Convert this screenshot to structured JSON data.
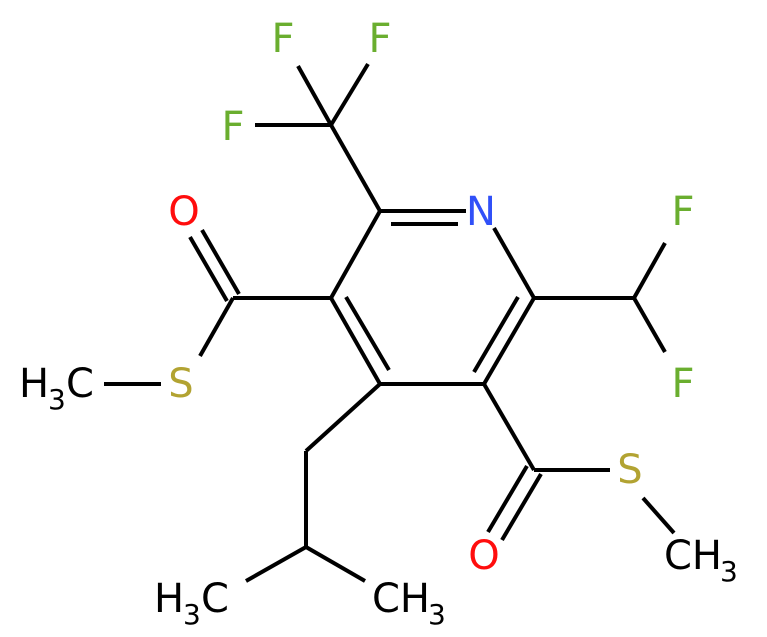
{
  "colors": {
    "bond": "#000000",
    "carbon_group": "#000000",
    "nitrogen": "#3050F8",
    "oxygen": "#FF0D0D",
    "sulfur": "#B2A332",
    "fluorine": "#6AAE2F"
  },
  "labels": {
    "n_ring": "N",
    "o_top": "O",
    "o_bottom": "O",
    "s_left": "S",
    "s_right": "S",
    "f_cf3_1": "F",
    "f_cf3_2": "F",
    "f_cf3_3": "F",
    "f_chf2_1": "F",
    "f_chf2_2": "F",
    "h3c_left_main": "H",
    "h3c_left_sub": "3",
    "h3c_left_c": "C",
    "ch3_right_main": "CH",
    "ch3_right_sub": "3",
    "h3c_bottom_main": "H",
    "h3c_bottom_sub": "3",
    "h3c_bottom_c": "C",
    "ch3_bottom_main": "CH",
    "ch3_bottom_sub": "3"
  }
}
